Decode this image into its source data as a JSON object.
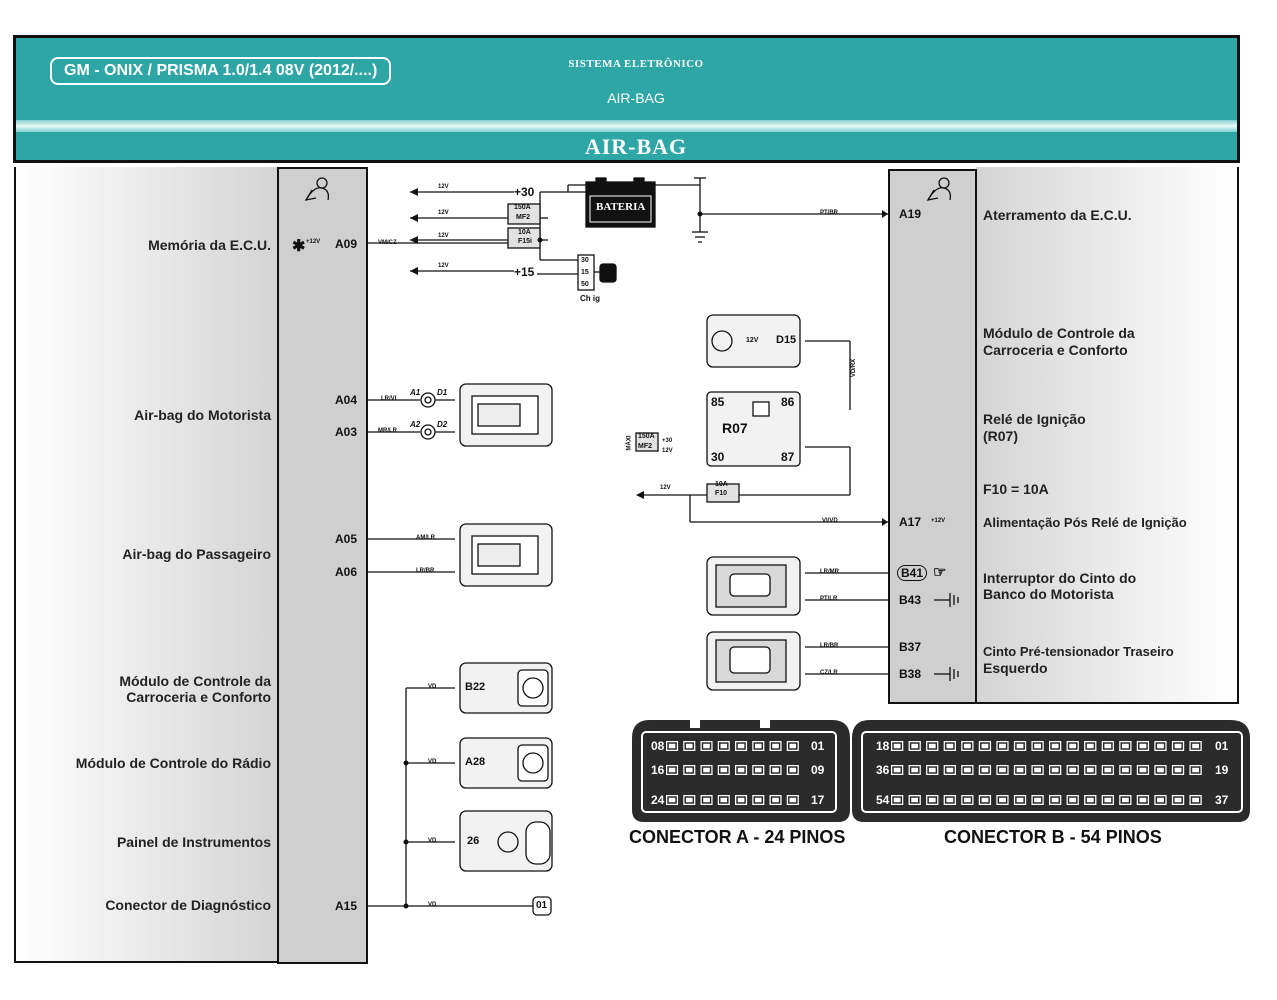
{
  "header": {
    "model": "GM - ONIX / PRISMA 1.0/1.4 08V (2012/....)",
    "system_title": "SISTEMA ELETRÔNICO",
    "system_subtitle": "AIR-BAG",
    "main_title": "AIR-BAG"
  },
  "left_labels": {
    "ecu_memory": "Memória da E.C.U.",
    "driver_airbag": "Air-bag do Motorista",
    "passenger_airbag": "Air-bag do Passageiro",
    "body_module_1": "Módulo de Controle da",
    "body_module_2": "Carroceria e Conforto",
    "radio_module": "Módulo de Controle do Rádio",
    "instrument_panel": "Painel de Instrumentos",
    "diag_connector": "Conector de Diagnóstico"
  },
  "right_labels": {
    "ecu_ground": "Aterramento da E.C.U.",
    "body_module_1": "Módulo de Controle da",
    "body_module_2": "Carroceria e Conforto",
    "ign_relay_1": "Relé de Ignição",
    "ign_relay_2": "(R07)",
    "fuse_f10": "F10 = 10A",
    "post_relay_power": "Alimentação Pós Relé de Ignição",
    "seatbelt_switch_1": "Interruptor do Cinto do",
    "seatbelt_switch_2": "Banco do Motorista",
    "pretensioner_1": "Cinto Pré-tensionador Traseiro",
    "pretensioner_2": "Esquerdo"
  },
  "ecu_pins_left": {
    "a09": "A09",
    "a04": "A04",
    "a03": "A03",
    "a05": "A05",
    "a06": "A06",
    "a15": "A15"
  },
  "ecu_pins_right": {
    "a19": "A19",
    "a17": "A17",
    "b41": "B41",
    "b43": "B43",
    "b37": "B37",
    "b38": "B38"
  },
  "power": {
    "plus30": "+30",
    "plus15": "+15",
    "v12": "12V",
    "plus12v": "+12V",
    "battery": "BATERIA",
    "fuse_mf2_rating": "150A",
    "fuse_mf2": "MF2",
    "fuse_f15i_rating": "10A",
    "fuse_f15i": "F15i",
    "fuse_f10_rating": "10A",
    "fuse_f10": "F10",
    "ign_terminals": [
      "30",
      "15",
      "50"
    ],
    "ign_switch": "Ch ig",
    "max": "MÁXI",
    "mf2_plus30": "+30"
  },
  "relay": {
    "name": "R07",
    "t85": "85",
    "t86": "86",
    "t30": "30",
    "t87": "87"
  },
  "modules": {
    "d15": "D15",
    "b22": "B22",
    "a28": "A28",
    "m26": "26",
    "diag_pin": "01",
    "v12_arrow": "12V"
  },
  "wires": {
    "pt_br": "PT/BR",
    "vm_cz": "VM/CZ",
    "lr_vi": "LR/VI",
    "mr_lr": "MR/LR",
    "am_lr": "AM/LR",
    "lr_br": "LR/BR",
    "vd": "VD",
    "vd_rx": "VD/RX",
    "vi_vd": "VI/VD",
    "lr_mr": "LR/MR",
    "pt_lr": "PT/LR",
    "lr_br2": "LR/BR",
    "cz_lr": "CZ/LR",
    "d1": "D1",
    "d2": "D2",
    "a1": "A1",
    "a2": "A2"
  },
  "connectors": {
    "a_title": "CONECTOR A - 24 PINOS",
    "b_title": "CONECTOR B - 54 PINOS",
    "a_rows": [
      [
        "08",
        "01"
      ],
      [
        "16",
        "09"
      ],
      [
        "24",
        "17"
      ]
    ],
    "b_rows": [
      [
        "18",
        "01"
      ],
      [
        "36",
        "19"
      ],
      [
        "54",
        "37"
      ]
    ]
  }
}
